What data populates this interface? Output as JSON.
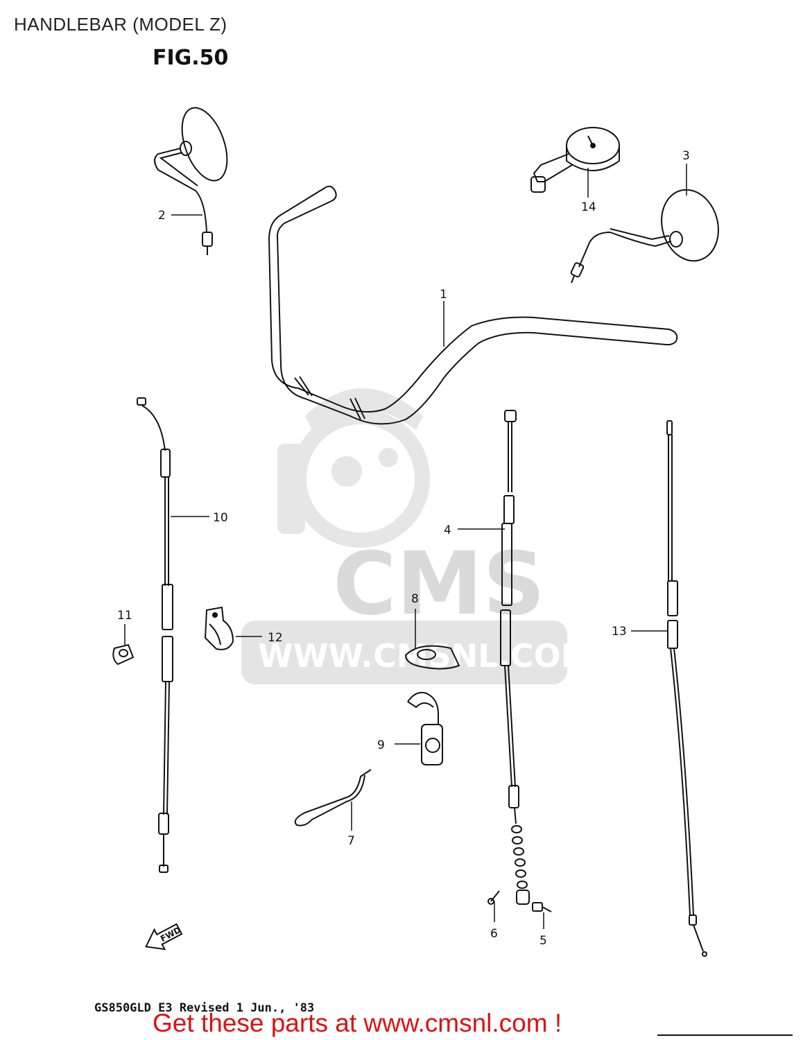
{
  "page": {
    "title": "HANDLEBAR (MODEL Z)",
    "figure": "FIG.50"
  },
  "watermark": {
    "text": "CMS",
    "url": "WWW.CMSNL.COM",
    "color": "#dcdcdc"
  },
  "parts": [
    {
      "ref": "1",
      "part": "handlebar"
    },
    {
      "ref": "2",
      "part": "mirror-left"
    },
    {
      "ref": "3",
      "part": "mirror-right"
    },
    {
      "ref": "4",
      "part": "cable"
    },
    {
      "ref": "5",
      "part": "bolt"
    },
    {
      "ref": "6",
      "part": "screw"
    },
    {
      "ref": "7",
      "part": "wire-clamp"
    },
    {
      "ref": "8",
      "part": "guide"
    },
    {
      "ref": "9",
      "part": "clamp-bracket"
    },
    {
      "ref": "10",
      "part": "cable"
    },
    {
      "ref": "11",
      "part": "clamp"
    },
    {
      "ref": "12",
      "part": "clamp"
    },
    {
      "ref": "13",
      "part": "cable"
    },
    {
      "ref": "14",
      "part": "gauge"
    }
  ],
  "fwd_arrow": {
    "label": "FWD"
  },
  "footer": {
    "code": "GS850GLD E3 Revised 1 Jun., '83",
    "cta": "Get these parts at www.cmsnl.com !",
    "cta_color": "#dd1111"
  }
}
